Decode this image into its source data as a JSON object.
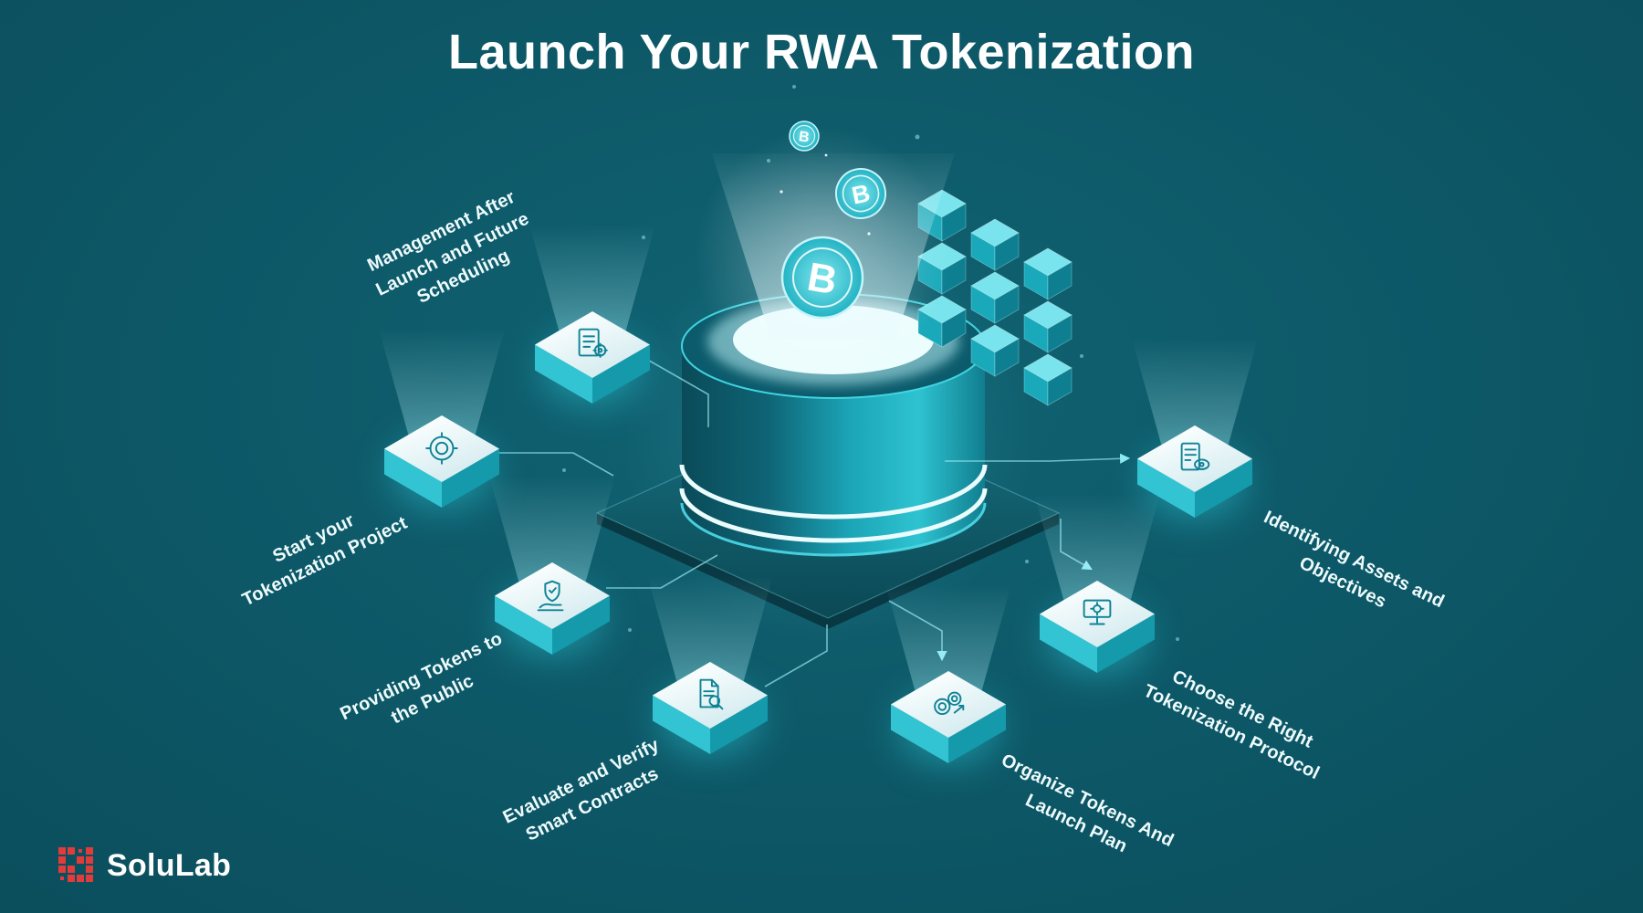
{
  "title": "Launch Your RWA Tokenization",
  "brand": {
    "name": "SoluLab"
  },
  "hub": {
    "coin_symbol": "B"
  },
  "steps": [
    {
      "id": "management",
      "label": "Management After\nLaunch and Future\nScheduling",
      "icon": "schedule-management-icon"
    },
    {
      "id": "start",
      "label": "Start your\nTokenization Project",
      "icon": "start-project-icon"
    },
    {
      "id": "providing",
      "label": "Providing Tokens to\nthe Public",
      "icon": "token-distribution-icon"
    },
    {
      "id": "evaluate",
      "label": "Evaluate and Verify\nSmart Contracts",
      "icon": "smart-contract-audit-icon"
    },
    {
      "id": "organize",
      "label": "Organize Tokens And\nLaunch Plan",
      "icon": "token-launch-plan-icon"
    },
    {
      "id": "choose",
      "label": "Choose the Right\nTokenization Protocol",
      "icon": "protocol-selection-icon"
    },
    {
      "id": "identifying",
      "label": "Identifying Assets and\nObjectives",
      "icon": "asset-identification-icon"
    }
  ],
  "colors": {
    "accent": "#2fc0cf",
    "background_dark": "#09434f",
    "background_light": "#0f6170",
    "tile_face": "#eaf6f8",
    "coin": "#35c4d2",
    "logo_red": "#e23b3b",
    "title_text": "#ffffff",
    "label_text": "#eefbfc"
  }
}
